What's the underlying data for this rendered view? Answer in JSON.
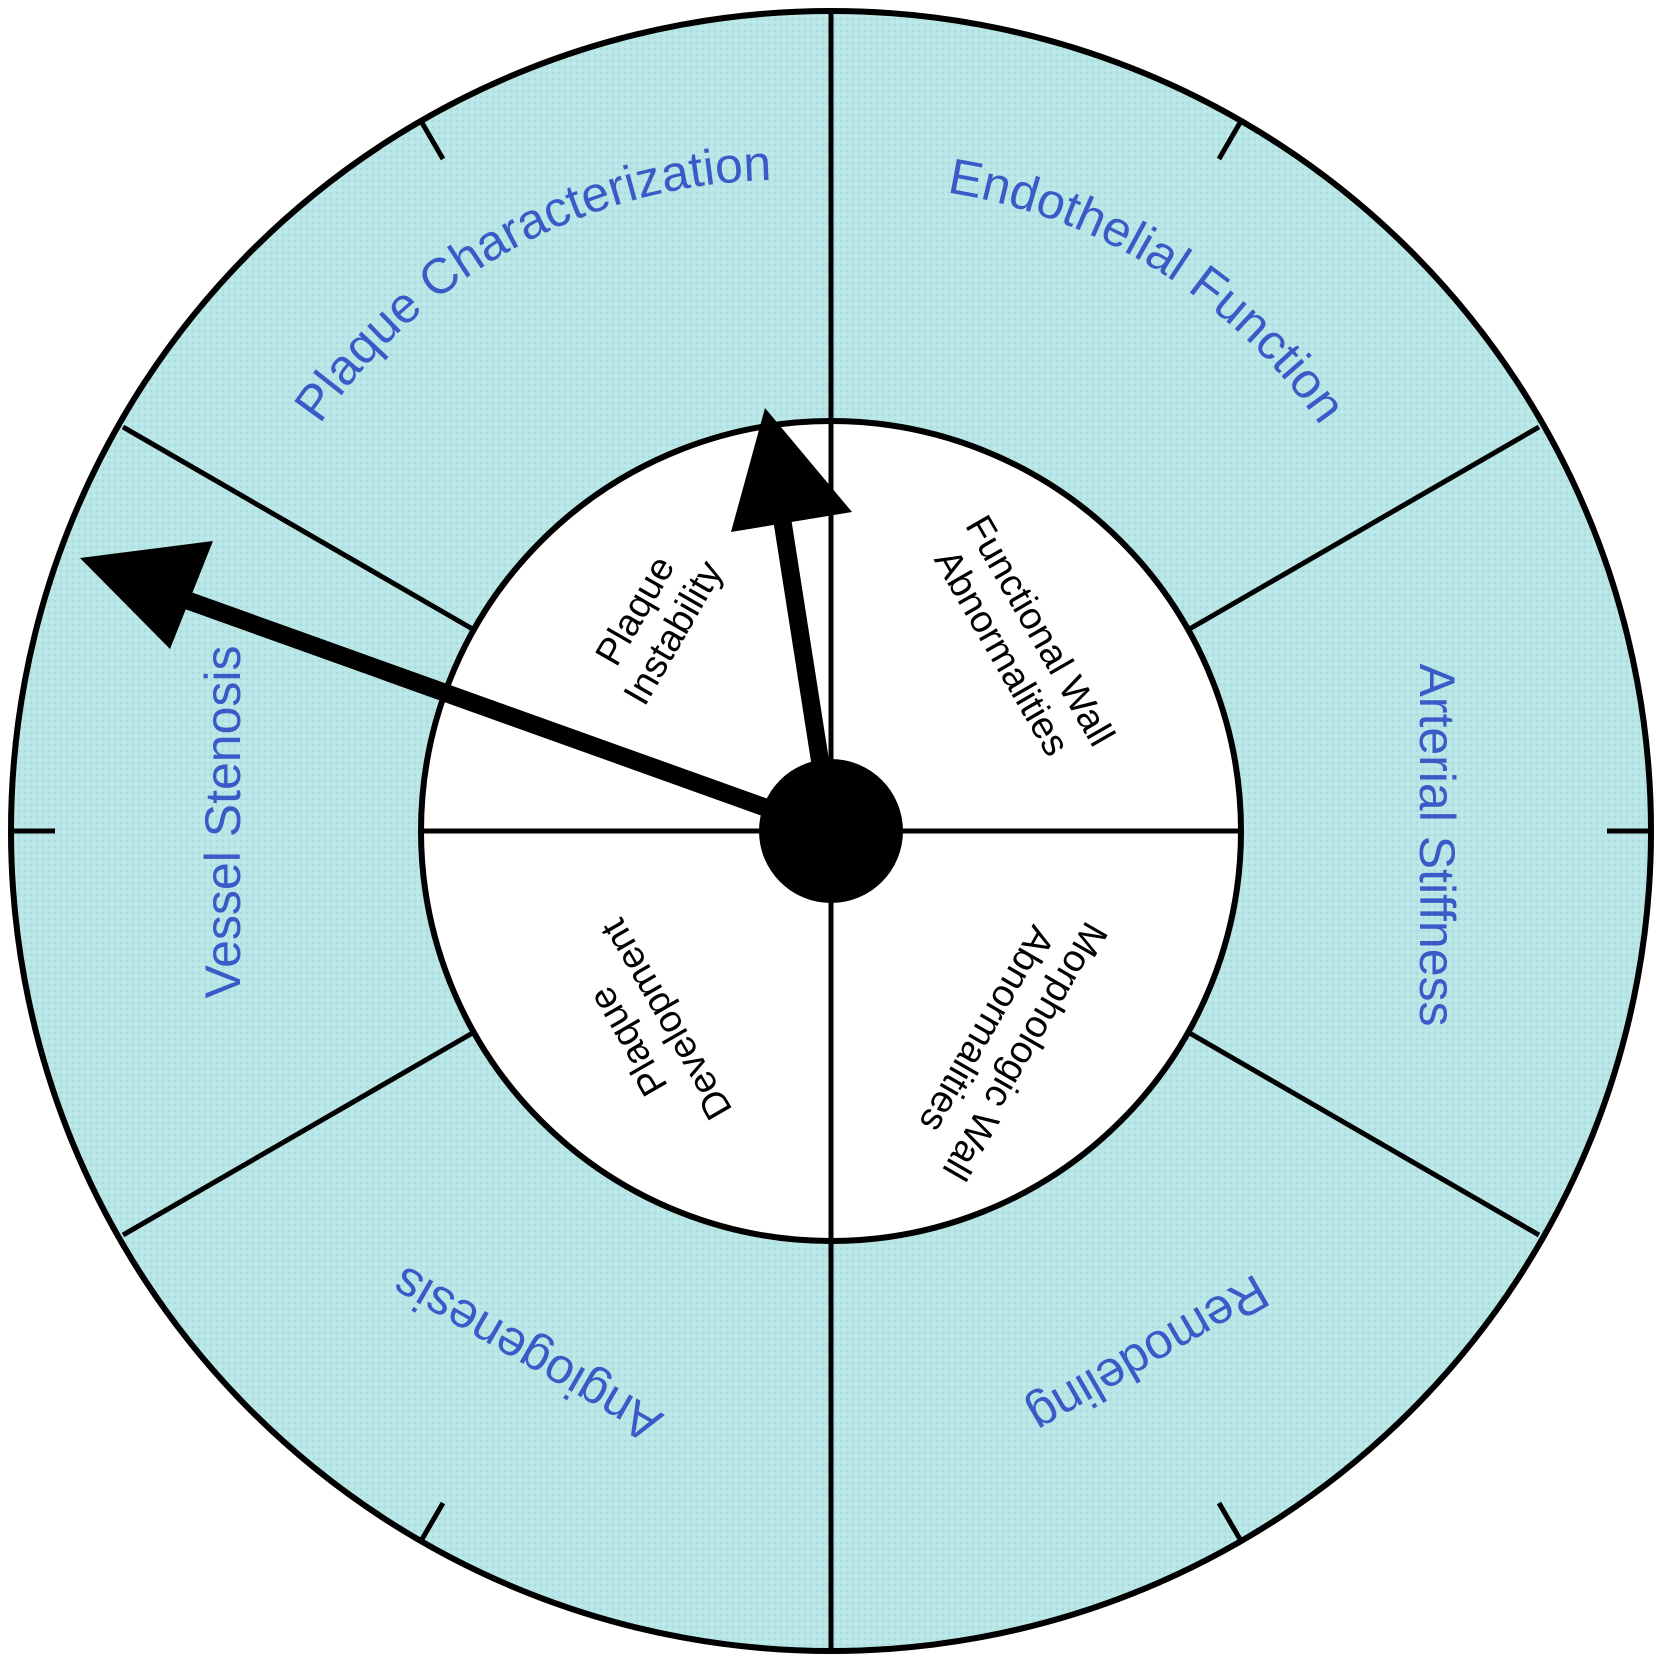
{
  "colors": {
    "outer_ring_fill": "#b8e6e6",
    "inner_circle_fill": "#ffffff",
    "outer_label": "#3a5bc7",
    "inner_label": "#000000",
    "lines": "#000000"
  },
  "outer_ring": {
    "segments": [
      {
        "label": "Plaque Characterization"
      },
      {
        "label": "Endothelial Function"
      },
      {
        "label": "Arterial Stiffness"
      },
      {
        "label": "Remodeling"
      },
      {
        "label": "Angiogenesis"
      },
      {
        "label": "Vessel Stenosis"
      }
    ]
  },
  "inner_circle": {
    "quadrants": [
      {
        "line1": "Plaque",
        "line2": "Instability"
      },
      {
        "line1": "Functional Wall",
        "line2": "Abnormalities"
      },
      {
        "line1": "Morphologic Wall",
        "line2": "Abnormalities"
      },
      {
        "line1": "Plaque",
        "line2": "Development"
      }
    ]
  },
  "hands": [
    {
      "name": "short-hand",
      "points_to": "Plaque Characterization"
    },
    {
      "name": "long-hand",
      "points_to": "Vessel Stenosis"
    }
  ]
}
